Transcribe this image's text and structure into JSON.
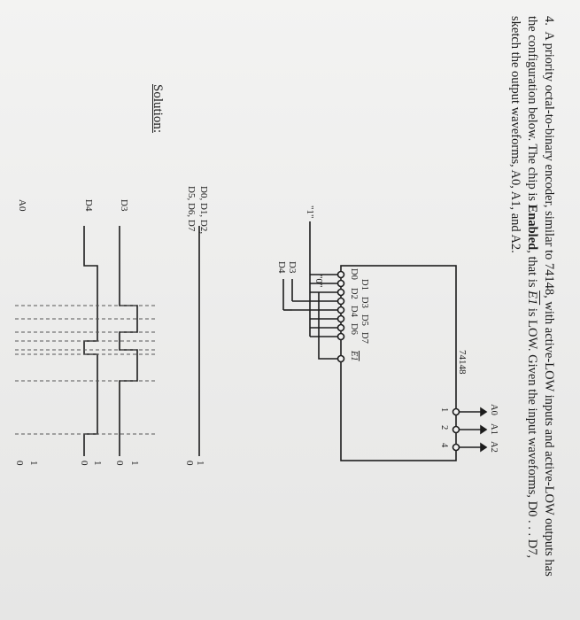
{
  "problem": {
    "number": "4.",
    "part1": "A priority octal-to-binary encoder, similar to 74148, with active-LOW inputs and active-LOW outputs has the configuration below. The chip is ",
    "enabled_word": "Enabled",
    "part2": ", that is ",
    "enable_symbol": "E1",
    "part3": " is LOW. Given the input waveforms, D",
    "part4": "0 . . . D",
    "part5": "7, sketch the output waveforms, A0, A1, and A2."
  },
  "chip": {
    "title": "74148",
    "input_pins": [
      "D0",
      "D1",
      "D2",
      "D3",
      "D4",
      "D5",
      "D6",
      "D7"
    ],
    "enable_pin": "E1",
    "output_numbers": [
      "1",
      "2",
      "4"
    ],
    "output_labels": [
      "A0",
      "A1",
      "A2"
    ]
  },
  "external": {
    "high": "\"1\"",
    "low": "\"0\"",
    "d3": "D3",
    "d4": "D4"
  },
  "waveforms": {
    "solution_label": "Solution:",
    "rows": [
      {
        "label": "D0, D1, D2,",
        "hi": "1"
      },
      {
        "label": "D5, D6, D7",
        "lo": "0"
      },
      {
        "label": "D3",
        "hi": "1",
        "lo": "0"
      },
      {
        "label": "D4",
        "hi": "1",
        "lo": "0"
      },
      {
        "label": "A0",
        "hi": "1",
        "lo": "0"
      }
    ]
  }
}
